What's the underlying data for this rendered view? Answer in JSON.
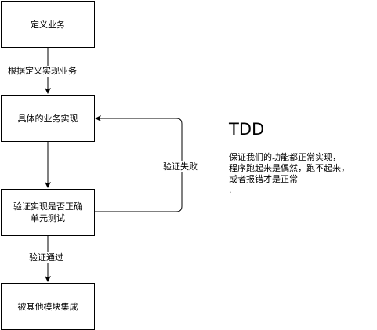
{
  "nodes": {
    "define": "定义业务",
    "implement": "具体的业务实现",
    "verify": "验证实现是否正确\n单元测试",
    "integrate": "被其他模块集成"
  },
  "edges": {
    "define_to_implement": "根据定义实现业务",
    "verify_fail": "验证失败",
    "verify_pass": "验证通过"
  },
  "note": {
    "title": "TDD",
    "body": "保证我们的功能都正常实现，\n程序跑起来是偶然，跑不起来，\n或者报错才是正常\n."
  }
}
